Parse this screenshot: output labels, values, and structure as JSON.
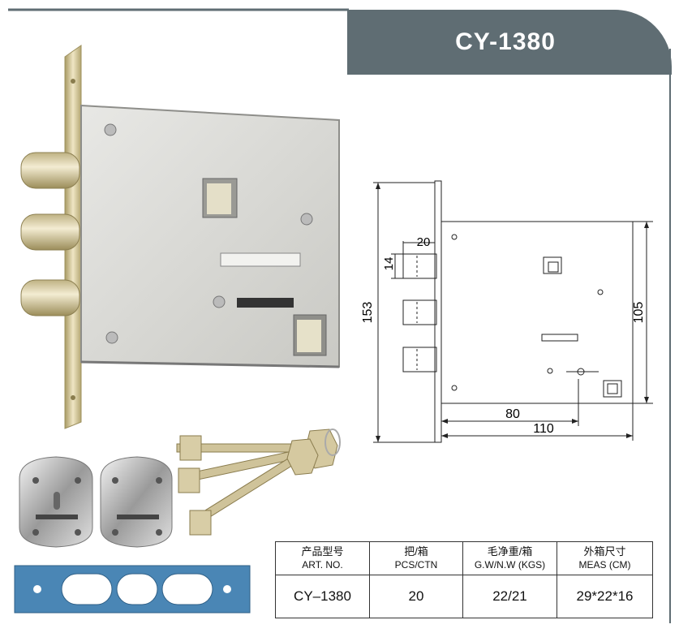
{
  "product": {
    "model": "CY-1380"
  },
  "drawing": {
    "dimensions": [
      "20",
      "14",
      "153",
      "105",
      "80",
      "110"
    ]
  },
  "spec_table": {
    "headers": [
      {
        "cn": "产品型号",
        "en": "ART. NO."
      },
      {
        "cn": "把/箱",
        "en": "PCS/CTN"
      },
      {
        "cn": "毛净重/箱",
        "en": "G.W/N.W (KGS)"
      },
      {
        "cn": "外箱尺寸",
        "en": "MEAS (CM)"
      }
    ],
    "row": [
      "CY–1380",
      "20",
      "22/21",
      "29*22*16"
    ]
  },
  "colors": {
    "header_bg": "#5f6d73",
    "brass": "#c9bd8e",
    "steel": "#d9d9d6",
    "blue_plate": "#4a86b5"
  }
}
